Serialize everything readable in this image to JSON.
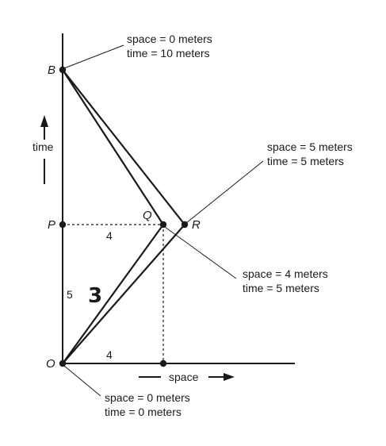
{
  "points": {
    "B": "B",
    "P": "P",
    "Q": "Q",
    "R": "R",
    "O": "O"
  },
  "segment_labels": {
    "pq_length": "4",
    "op_length": "5",
    "oq_length": "3",
    "x_to_q_length": "4"
  },
  "axis_labels": {
    "time": "time",
    "space": "space"
  },
  "annotations": {
    "B": {
      "line1": "space =  0 meters",
      "line2": "time  = 10 meters"
    },
    "R": {
      "line1": "space = 5 meters",
      "line2": "time   = 5 meters"
    },
    "Q": {
      "line1": "space = 4 meters",
      "line2": "time   = 5 meters"
    },
    "O": {
      "line1": "space = 0 meters",
      "line2": "time   = 0 meters"
    }
  }
}
